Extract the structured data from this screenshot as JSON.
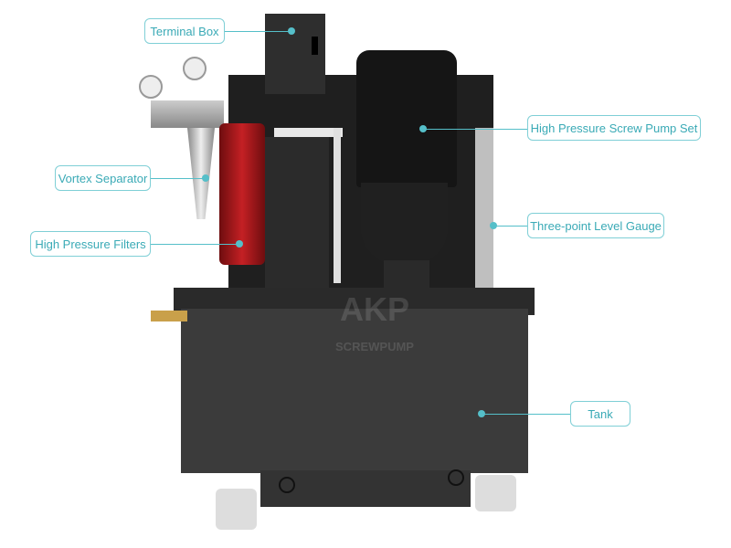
{
  "callouts": {
    "terminal_box": "Terminal Box",
    "pump_set": "High Pressure Screw Pump Set",
    "vortex_separator": "Vortex Separator",
    "level_gauge": "Three-point Level Gauge",
    "filters": "High Pressure Filters",
    "tank": "Tank"
  },
  "watermark": {
    "brand": "AKP",
    "sub": "SCREWPUMP"
  },
  "colors": {
    "accent": "#55bfc9",
    "tank": "#3b3b3b",
    "filter": "#b3191c"
  }
}
